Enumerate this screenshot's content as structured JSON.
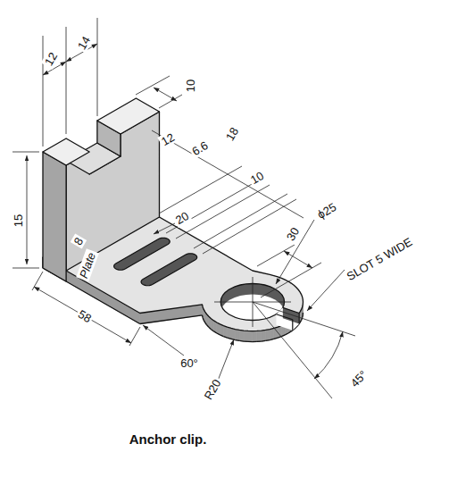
{
  "diagram": {
    "caption": "Anchor clip.",
    "labels": [
      "12",
      "14",
      "10",
      "12",
      "6.6",
      "18",
      "10",
      "30",
      "ϕ25",
      "SLOT 5 WIDE",
      "20",
      "15",
      "8",
      "Plate",
      "58",
      "60°",
      "R20",
      "45°"
    ]
  }
}
